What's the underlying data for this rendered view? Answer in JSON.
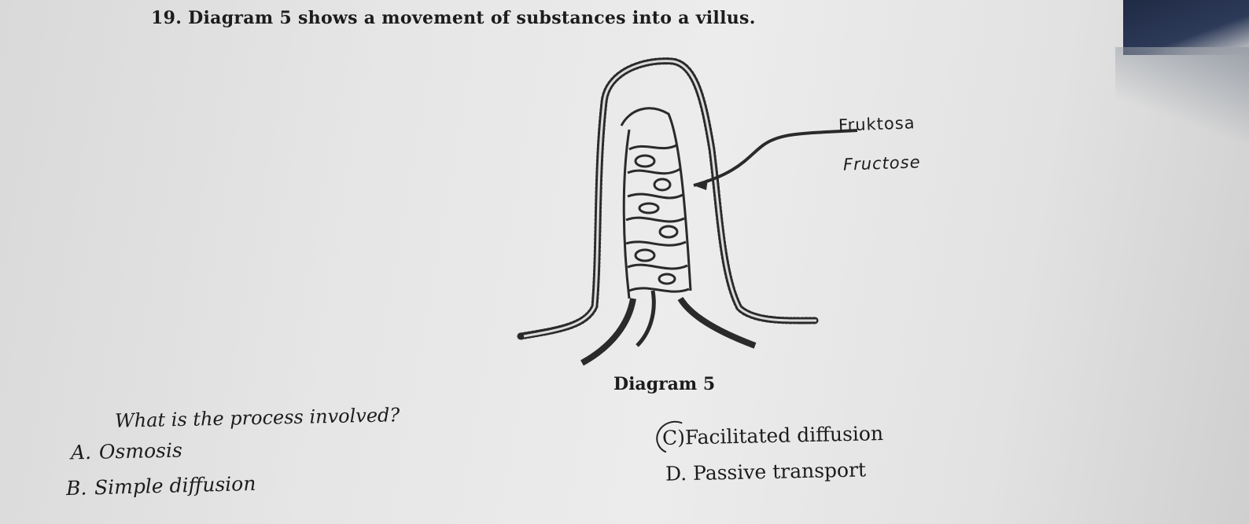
{
  "question": {
    "text": "19. Diagram 5 shows a movement of substances into a villus."
  },
  "diagram": {
    "label_malay": "Fruktosa",
    "label_english": "Fructose",
    "caption": "Diagram 5"
  },
  "prompt": "What is the process involved?",
  "options": [
    {
      "letter": "A.",
      "text": "Osmosis"
    },
    {
      "letter": "B.",
      "text": "Simple diffusion"
    },
    {
      "letter": "C)",
      "text": "Facilitated diffusion"
    },
    {
      "letter": "D.",
      "text": "Passive transport"
    }
  ]
}
